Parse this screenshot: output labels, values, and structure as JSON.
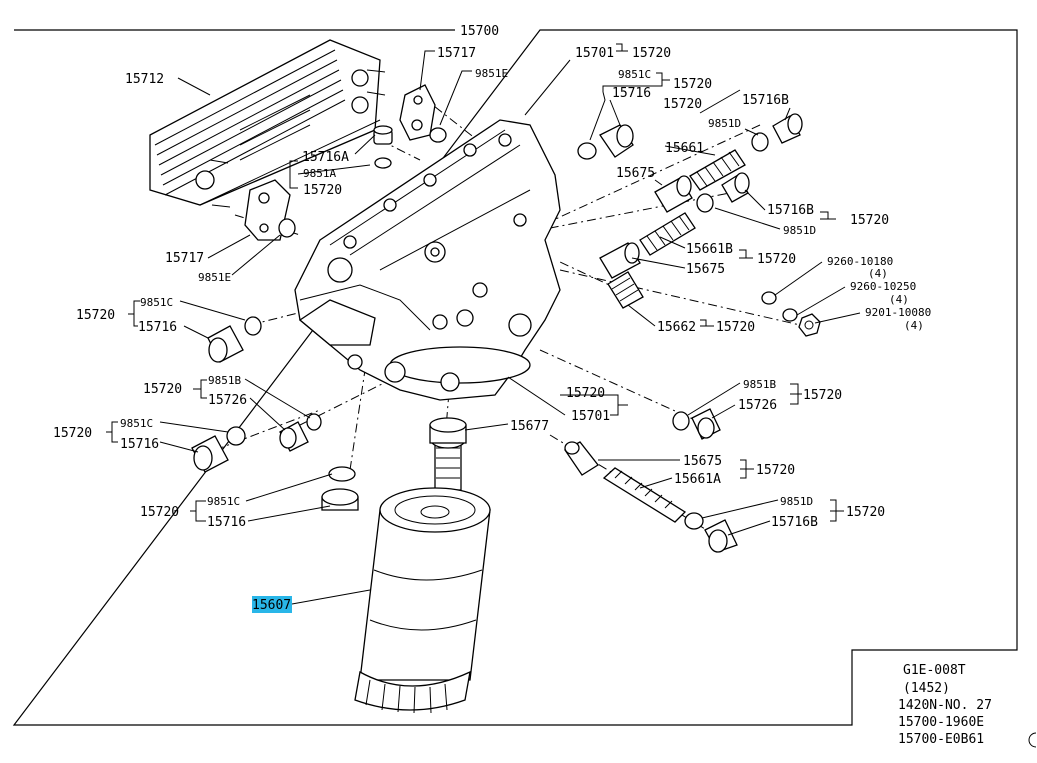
{
  "diagram": {
    "title_part": "15700",
    "highlight_color": "#29b6e8",
    "callouts": [
      {
        "id": "c-15712",
        "text": "15712"
      },
      {
        "id": "c-15717-top",
        "text": "15717"
      },
      {
        "id": "c-9851e-top",
        "text": "9851E"
      },
      {
        "id": "c-15701-top",
        "text": "15701"
      },
      {
        "id": "c-15720-a",
        "text": "15720"
      },
      {
        "id": "c-9851c-top",
        "text": "9851C"
      },
      {
        "id": "c-15720-b",
        "text": "15720"
      },
      {
        "id": "c-15716-top",
        "text": "15716"
      },
      {
        "id": "c-15720-c",
        "text": "15720"
      },
      {
        "id": "c-15716b-top",
        "text": "15716B"
      },
      {
        "id": "c-9851d-top",
        "text": "9851D"
      },
      {
        "id": "c-15661-top",
        "text": "15661"
      },
      {
        "id": "c-15675-top",
        "text": "15675"
      },
      {
        "id": "c-15716a",
        "text": "15716A"
      },
      {
        "id": "c-9851a",
        "text": "9851A"
      },
      {
        "id": "c-15720-d",
        "text": "15720"
      },
      {
        "id": "c-15716b-mid",
        "text": "15716B"
      },
      {
        "id": "c-15720-e",
        "text": "15720"
      },
      {
        "id": "c-9851d-mid",
        "text": "9851D"
      },
      {
        "id": "c-15717-left",
        "text": "15717"
      },
      {
        "id": "c-9851e-left",
        "text": "9851E"
      },
      {
        "id": "c-15661b",
        "text": "15661B"
      },
      {
        "id": "c-15720-f",
        "text": "15720"
      },
      {
        "id": "c-15675-mid",
        "text": "15675"
      },
      {
        "id": "c-9260-10180",
        "text": "9260-10180"
      },
      {
        "id": "c-q4-a",
        "text": "(4)"
      },
      {
        "id": "c-9260-10250",
        "text": "9260-10250"
      },
      {
        "id": "c-q4-b",
        "text": "(4)"
      },
      {
        "id": "c-9201-10080",
        "text": "9201-10080"
      },
      {
        "id": "c-q4-c",
        "text": "(4)"
      },
      {
        "id": "c-15720-g",
        "text": "15720"
      },
      {
        "id": "c-9851c-left",
        "text": "9851C"
      },
      {
        "id": "c-15716-left",
        "text": "15716"
      },
      {
        "id": "c-15662",
        "text": "15662"
      },
      {
        "id": "c-15720-h",
        "text": "15720"
      },
      {
        "id": "c-15720-i",
        "text": "15720"
      },
      {
        "id": "c-9851b-left",
        "text": "9851B"
      },
      {
        "id": "c-15726-left",
        "text": "15726"
      },
      {
        "id": "c-15720-j",
        "text": "15720"
      },
      {
        "id": "c-15701-mid",
        "text": "15701"
      },
      {
        "id": "c-9851b-right",
        "text": "9851B"
      },
      {
        "id": "c-15720-k",
        "text": "15720"
      },
      {
        "id": "c-15726-right",
        "text": "15726"
      },
      {
        "id": "c-15720-l",
        "text": "15720"
      },
      {
        "id": "c-9851c-low",
        "text": "9851C"
      },
      {
        "id": "c-15716-low",
        "text": "15716"
      },
      {
        "id": "c-15677",
        "text": "15677"
      },
      {
        "id": "c-15675-low",
        "text": "15675"
      },
      {
        "id": "c-15720-m",
        "text": "15720"
      },
      {
        "id": "c-15661a",
        "text": "15661A"
      },
      {
        "id": "c-15720-n",
        "text": "15720"
      },
      {
        "id": "c-9851c-bot",
        "text": "9851C"
      },
      {
        "id": "c-15716-bot",
        "text": "15716"
      },
      {
        "id": "c-9851d-low",
        "text": "9851D"
      },
      {
        "id": "c-15720-o",
        "text": "15720"
      },
      {
        "id": "c-15716b-low",
        "text": "15716B"
      },
      {
        "id": "c-15607",
        "text": "15607"
      }
    ]
  },
  "info_box": {
    "line1": "G1E-008T",
    "line2": "(1452)",
    "line3": "1420N-NO. 27",
    "line4": "15700-1960E",
    "line5": "15700-E0B61"
  }
}
